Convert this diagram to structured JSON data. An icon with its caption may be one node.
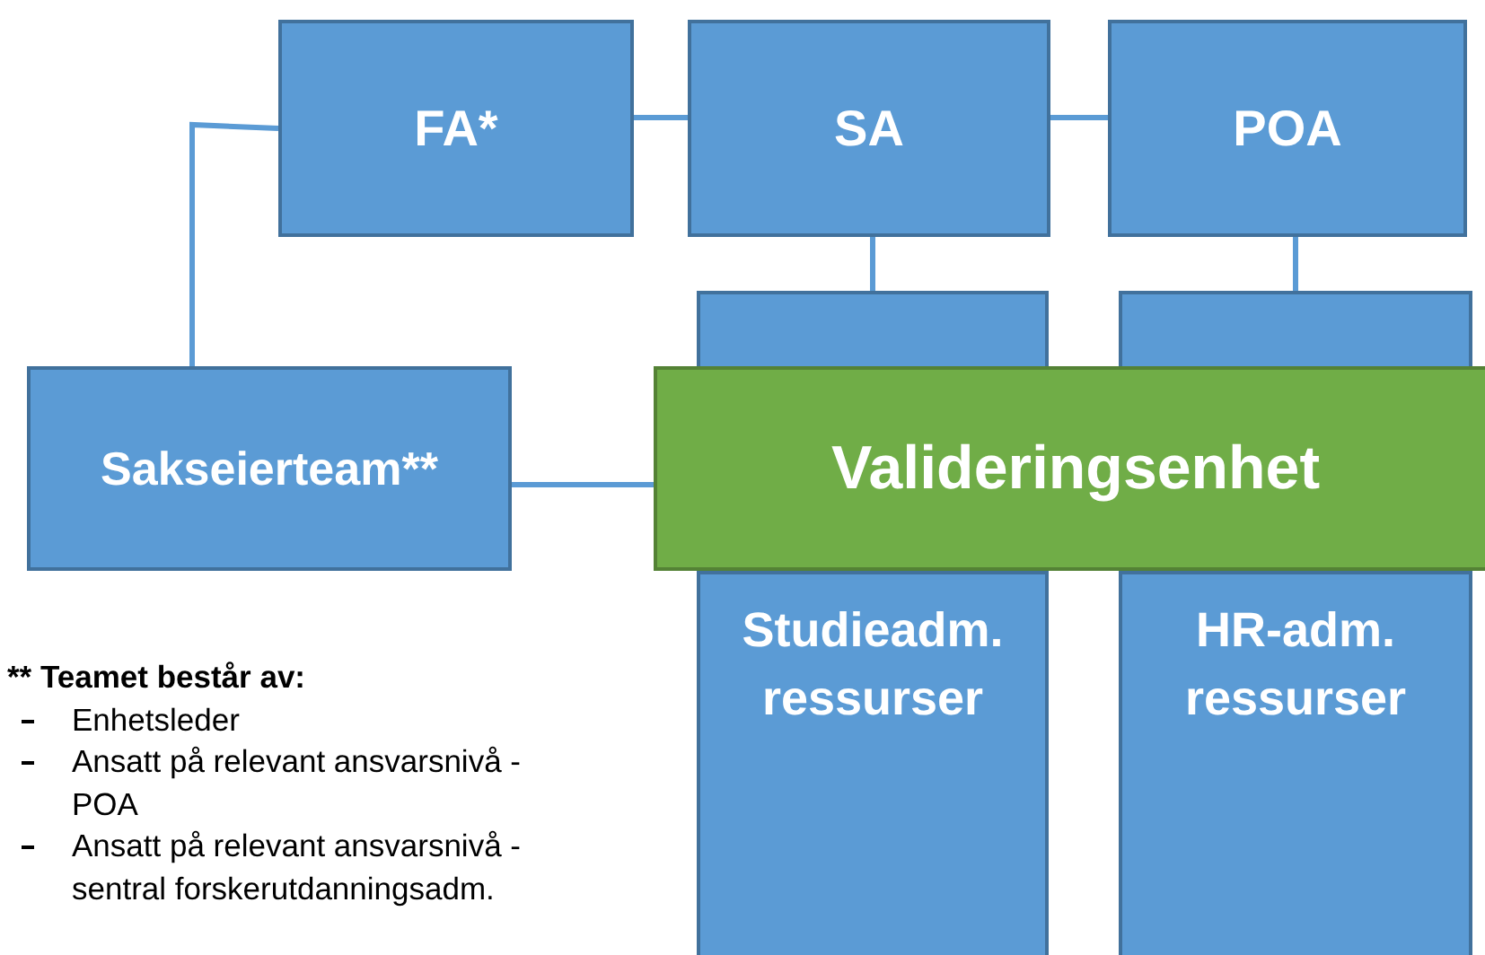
{
  "diagram": {
    "nodes": [
      {
        "text": [
          "FA*"
        ]
      },
      {
        "text": [
          "SA"
        ]
      },
      {
        "text": [
          "POA"
        ]
      },
      {
        "text": [
          "Sakseierteam**"
        ]
      },
      {
        "text": [
          "Studieadm. ressurser"
        ]
      },
      {
        "text": [
          "HR-adm. ressurser"
        ]
      },
      {
        "text": [
          "Valideringsenhet"
        ]
      },
      {
        "text": [],
        "shape": "box"
      },
      {
        "text": [],
        "shape": "box"
      }
    ],
    "edges": [
      {
        "from": 3,
        "to": 0,
        "arrow": "none"
      },
      {
        "from": 0,
        "to": 1,
        "arrow": "none"
      },
      {
        "from": 1,
        "to": 2,
        "arrow": "none"
      },
      {
        "from": 1,
        "to": 7,
        "arrow": "none"
      },
      {
        "from": 2,
        "to": 8,
        "arrow": "none"
      },
      {
        "from": 3,
        "to": 6,
        "arrow": "none"
      }
    ],
    "labels": [
      "** Teamet består av:",
      "Enhetsleder",
      "Ansatt på relevant ansvarsnivå - POA",
      "Ansatt på relevant ansvarsnivå - sentral forskerutdanningsadm."
    ]
  }
}
